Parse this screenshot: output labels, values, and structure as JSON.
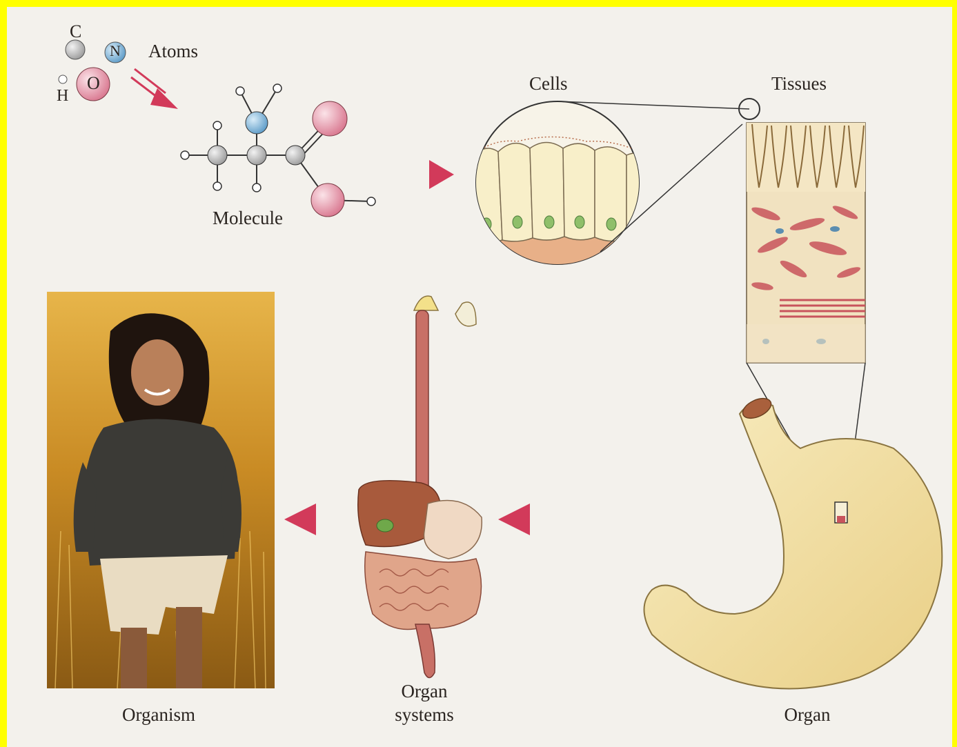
{
  "labels": {
    "atoms": "Atoms",
    "molecule": "Molecule",
    "cells": "Cells",
    "tissues": "Tissues",
    "organ": "Organ",
    "organ_systems_line1": "Organ",
    "organ_systems_line2": "systems",
    "organism": "Organism"
  },
  "atom_symbols": {
    "carbon": "C",
    "nitrogen": "N",
    "oxygen": "O",
    "hydrogen": "H"
  },
  "colors": {
    "border": "#ffff00",
    "background": "#f3f1ec",
    "arrow": "#d23a5a",
    "oxygen": "#e8a6b4",
    "nitrogen": "#7ab4dc",
    "carbon": "#bdbdbd",
    "stomach": "#f2dfa4",
    "cell": "#f8efc9",
    "tissue_muscle": "#c8545c"
  }
}
